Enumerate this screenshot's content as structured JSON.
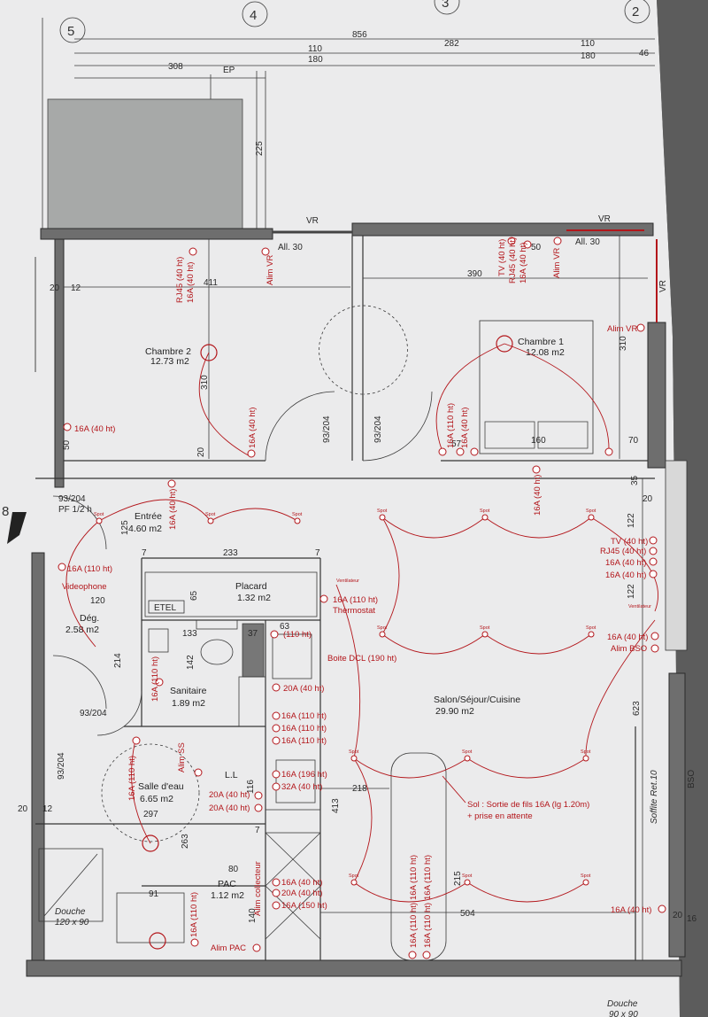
{
  "axes": [
    "5",
    "4",
    "3",
    "2"
  ],
  "dims_top": {
    "total": "856",
    "d110a": "110",
    "d282": "282",
    "d110b": "110",
    "d180a": "180",
    "d180b": "180",
    "d308": "308",
    "d46": "46",
    "ep": "EP",
    "d225": "225"
  },
  "rooms": {
    "chambre2": {
      "name": "Chambre 2",
      "area": "12.73 m2"
    },
    "chambre1": {
      "name": "Chambre 1",
      "area": "12.08 m2"
    },
    "entree": {
      "name": "Entrée",
      "area": "4.60 m2"
    },
    "placard": {
      "name": "Placard",
      "area": "1.32 m2"
    },
    "deg": {
      "name": "Dég.",
      "area": "2.58 m2"
    },
    "sanitaire": {
      "name": "Sanitaire",
      "area": "1.89 m2"
    },
    "salle_eau": {
      "name": "Salle d'eau",
      "area": "6.65 m2"
    },
    "pac": {
      "name": "PAC",
      "area": "1.12 m2"
    },
    "salon": {
      "name": "Salon/Séjour/Cuisine",
      "area": "29.90 m2"
    }
  },
  "labels": {
    "vr1": "VR",
    "vr2": "VR",
    "vr3": "VR",
    "all30a": "All. 30",
    "all30b": "All. 30",
    "d411": "411",
    "d390": "390",
    "d20": "20",
    "d12": "12",
    "d310a": "310",
    "d310b": "310",
    "d50a": "50",
    "d50b": "50",
    "d20b": "20",
    "d9320a": "93/204",
    "d9320b": "93/204",
    "d160": "160",
    "d57": "57",
    "d70": "70",
    "d35": "35",
    "d20c": "20",
    "d9320c": "93/204",
    "pf": "PF 1/2 h",
    "d125": "125",
    "d233": "233",
    "d7a": "7",
    "d7b": "7",
    "d65": "65",
    "d120": "120",
    "d133": "133",
    "d37": "37",
    "d63": "63",
    "d142": "142",
    "d214": "214",
    "d9320d": "93/204",
    "d9320e": "93/204",
    "d20d": "20",
    "d12b": "12",
    "d297": "297",
    "d263": "263",
    "d116": "116",
    "d413": "413",
    "d218": "218",
    "d215": "215",
    "d504": "504",
    "d623": "623",
    "d122a": "122",
    "d122b": "122",
    "d91": "91",
    "d80": "80",
    "d140": "140",
    "d20e": "20",
    "d16": "16",
    "d7c": "7",
    "etel": "ETEL",
    "ll": "L.L",
    "douche": "Douche",
    "douche_dim": "120 x 90",
    "douche2": "Douche",
    "douche2_dim": "90 x 90",
    "bso": "BSO",
    "soffite": "Soffite Ret.10",
    "marker8": "8"
  },
  "electric": {
    "rj45_1": "RJ45 (40 ht)",
    "a16_1": "16A (40 ht)",
    "alim_vr1": "Alim VR",
    "tv_1": "TV (40 ht)",
    "rj45_2": "RJ45 (40 ht)",
    "a16_2": "16A (40 ht)",
    "alim_vr2": "Alim VR",
    "alim_vr3": "Alim VR",
    "c2_16a": "16A (40 ht)",
    "c2_16a_b": "16A (40 ht)",
    "c1_16a_110": "16A (110 ht)",
    "c1_16a_40": "16A (40 ht)",
    "c1_16a_40b": "16A (40 ht)",
    "entree_16a": "16A (40 ht)",
    "dg_16a110": "16A (110 ht)",
    "videophone": "Videophone",
    "ventilateur": "Ventilateur",
    "thermo_16a": "16A (110 ht)",
    "thermostat": "Thermostat",
    "sal_16a": "16A (40 ht)",
    "tv_s": "TV (40 ht)",
    "rj45_s": "RJ45 (40 ht)",
    "a16_s1": "16A (40 ht)",
    "a16_s2": "16A (40 ht)",
    "vmc": "Ventilateur",
    "a16_s3": "16A (40 ht)",
    "alim_bso": "Alim BSO",
    "boite_dcl": "Boite DCL (190 ht)",
    "c110": "(110 ht)",
    "c20a": "20A (40 ht)",
    "k1": "16A (110 ht)",
    "k2": "16A (110 ht)",
    "k3": "16A (110 ht)",
    "k4": "16A (196 ht)",
    "k5": "32A (40 ht)",
    "san_16a": "16A (110 ht)",
    "alim_ss": "Alim SS",
    "sde_16a": "16A (110 ht)",
    "sde_20a1": "20A (40 ht)",
    "sde_20a2": "20A (40 ht)",
    "pac_16a": "16A (110 ht)",
    "alim_coll": "Alim collecteur",
    "alim_pac": "Alim PAC",
    "p1": "16A (40 ht)",
    "p2": "20A (40 ht)",
    "p3": "16A (150 ht)",
    "f1": "16A (110 ht)",
    "f2": "16A (110 ht)",
    "f3": "16A (110 ht)",
    "f4": "16A (110 ht)",
    "sol1": "Sol : Sortie de fils 16A (lg 1.20m)",
    "sol2": "+ prise en attente",
    "a16_end": "16A (40 ht)",
    "spot": "Spot"
  }
}
